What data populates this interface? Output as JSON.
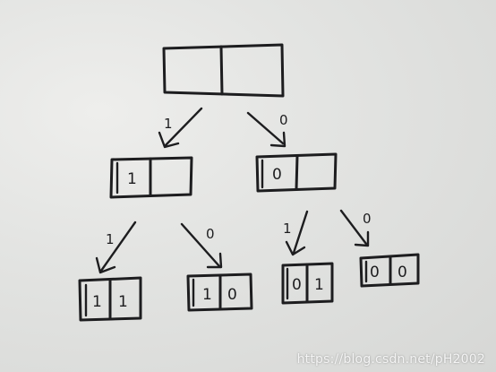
{
  "tree": {
    "root": {
      "cells": [
        "",
        ""
      ]
    },
    "level1": [
      {
        "cells": [
          "1",
          ""
        ]
      },
      {
        "cells": [
          "0",
          ""
        ]
      }
    ],
    "level2": [
      {
        "cells": [
          "1",
          "1"
        ]
      },
      {
        "cells": [
          "1",
          "0"
        ]
      },
      {
        "cells": [
          "0",
          "1"
        ]
      },
      {
        "cells": [
          "0",
          "0"
        ]
      }
    ],
    "edges": {
      "root_left": "1",
      "root_right": "0",
      "left_left": "1",
      "left_right": "0",
      "right_left": "1",
      "right_right": "0"
    }
  },
  "watermark": "https://blog.csdn.net/pH2002"
}
